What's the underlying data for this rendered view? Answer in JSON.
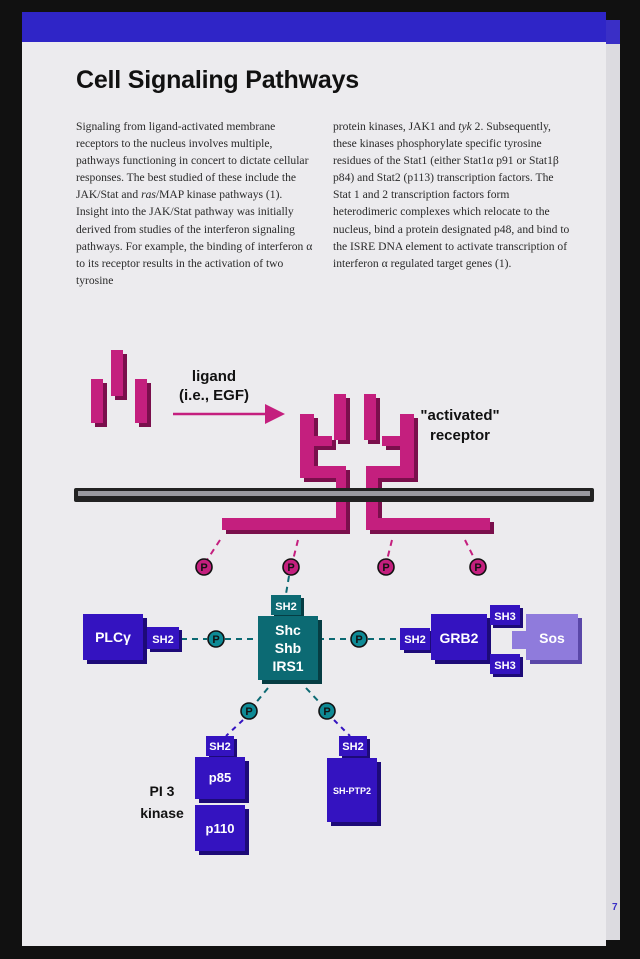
{
  "title": "Cell Signaling Pathways",
  "body": {
    "col1": [
      {
        "t": "Signaling from ligand-activated membrane receptors to the nucleus involves multiple, pathways functioning in concert to dictate cellular responses. The best studied of these include the JAK/Stat and "
      },
      {
        "t": "ras",
        "i": true
      },
      {
        "t": "/MAP kinase pathways (1). Insight into the JAK/Stat pathway was initially derived from studies of the interferon signaling pathways. For example, the binding of interferon α to its receptor results in the activation of two tyrosine"
      }
    ],
    "col2": [
      {
        "t": "protein kinases, JAK1 and "
      },
      {
        "t": "tyk",
        "i": true
      },
      {
        "t": " 2. Subsequently, these kinases phosphorylate specific tyrosine residues of the Stat1 (either Stat1α p91 or Stat1β p84) and Stat2 (p113) transcription factors. The Stat 1 and 2 transcription factors form heterodimeric complexes which relocate to the nucleus, bind a protein designated p48, and bind to the ISRE DNA element to activate transcription of interferon α regulated target genes (1)."
      }
    ]
  },
  "diagram": {
    "ligand_line1": "ligand",
    "ligand_line2": "(i.e., EGF)",
    "receptor_line1": "\"activated\"",
    "receptor_line2": "receptor",
    "phospho": "P",
    "plc": "PLCγ",
    "sh2": "SH2",
    "sh3": "SH3",
    "shc1": "Shc",
    "shc2": "Shb",
    "shc3": "IRS1",
    "grb2": "GRB2",
    "sos": "Sos",
    "pi3_line1": "PI 3",
    "pi3_line2": "kinase",
    "p85": "p85",
    "p110": "p110",
    "shptp2": "SH-PTP2"
  },
  "page_number": "7",
  "colors": {
    "band": "#2f25c7",
    "magenta": "#c41f7e",
    "magenta_dark": "#7a0f4c",
    "protein": "#3413c0",
    "protein_dark": "#1d0a78",
    "teal": "#0c6a73",
    "sos": "#8f7bdc"
  }
}
